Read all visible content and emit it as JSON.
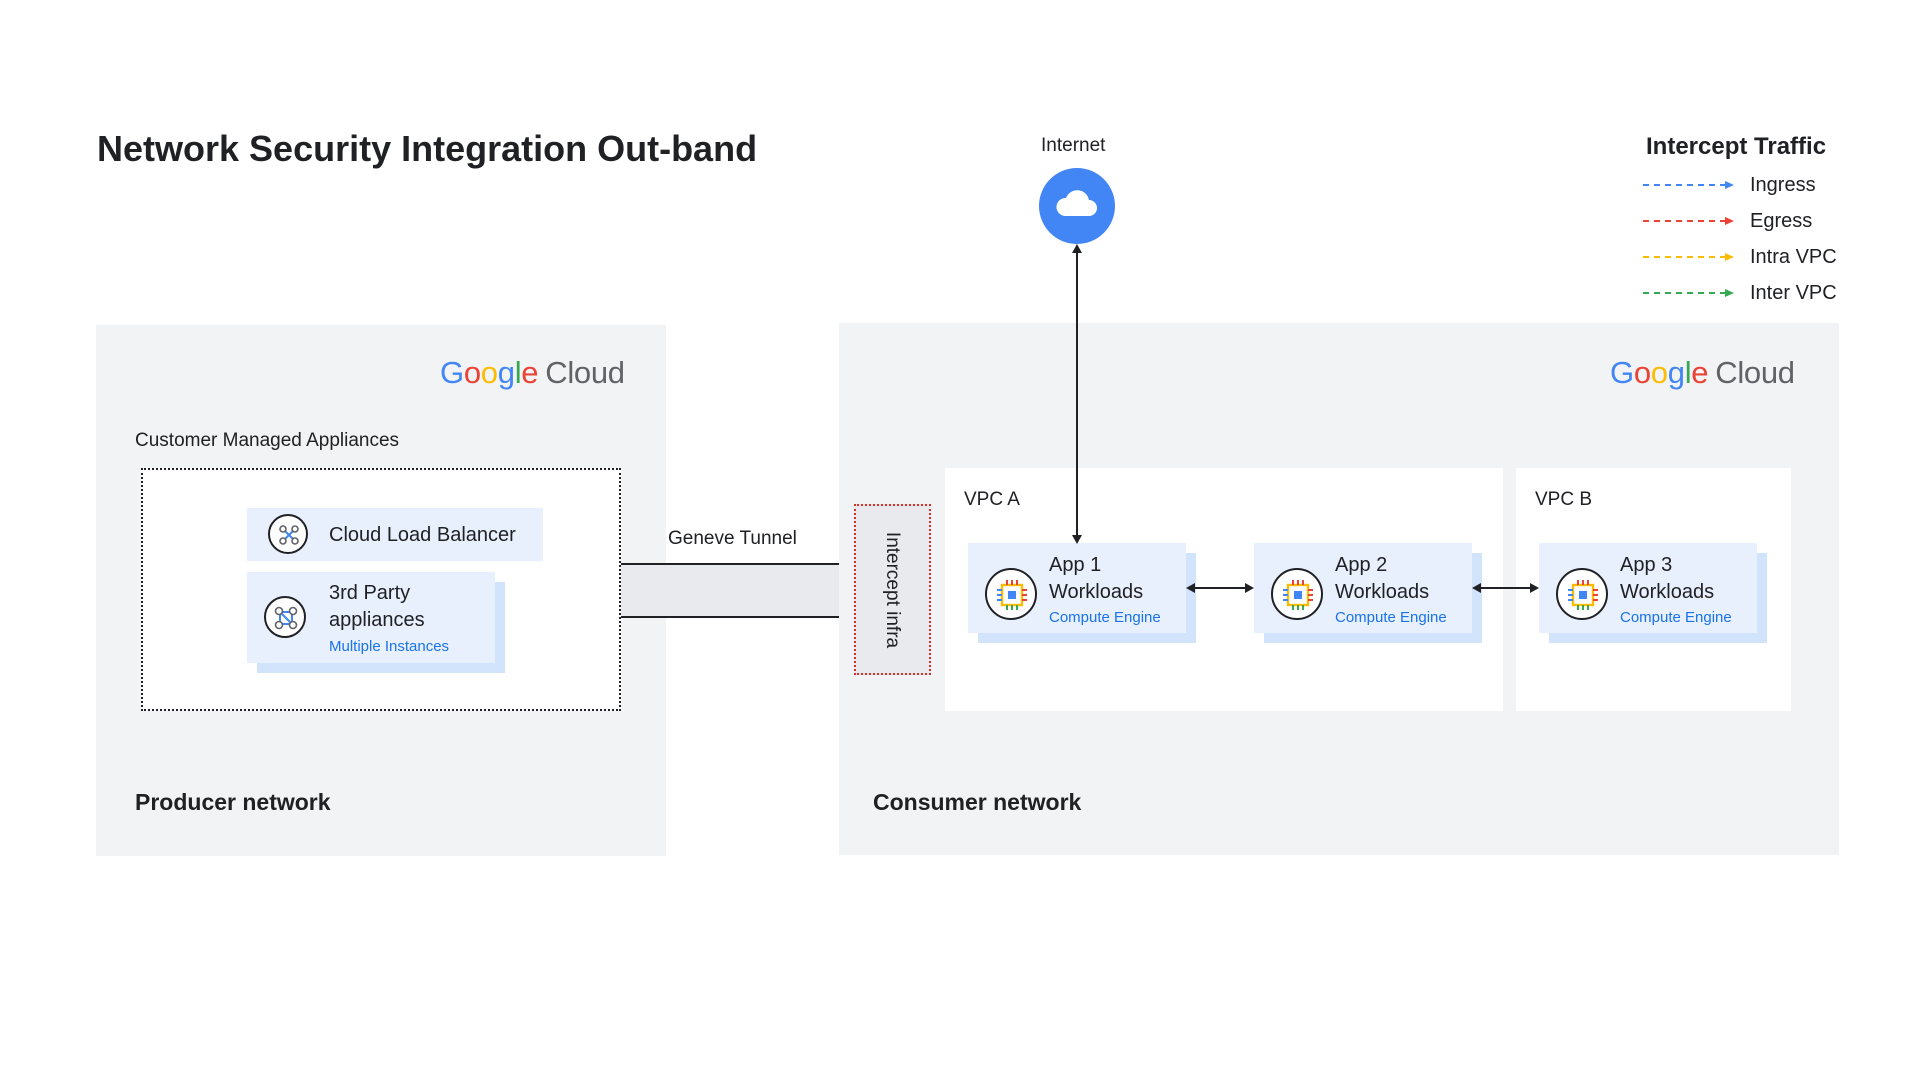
{
  "title": "Network Security Integration Out-band",
  "legend": {
    "title": "Intercept Traffic",
    "items": [
      {
        "label": "Ingress",
        "color": "#4285f4"
      },
      {
        "label": "Egress",
        "color": "#ea4335"
      },
      {
        "label": "Intra VPC",
        "color": "#fbbc04"
      },
      {
        "label": "Inter VPC",
        "color": "#34a853"
      }
    ]
  },
  "brand": {
    "google_letters": [
      "G",
      "o",
      "o",
      "g",
      "l",
      "e"
    ],
    "google_colors": [
      "#4285f4",
      "#ea4335",
      "#fbbc04",
      "#4285f4",
      "#34a853",
      "#ea4335"
    ],
    "cloud_word": "Cloud"
  },
  "producer": {
    "label": "Producer network",
    "appliances_label": "Customer Managed Appliances",
    "load_balancer": {
      "label": "Cloud Load Balancer",
      "icon": "load-balancer-icon"
    },
    "third_party": {
      "line1": "3rd Party",
      "line2": "appliances",
      "sub": "Multiple Instances",
      "icon": "network-nodes-icon"
    }
  },
  "tunnel": {
    "label": "Geneve Tunnel"
  },
  "intercept": {
    "label": "Intercept infra"
  },
  "internet": {
    "label": "Internet",
    "icon": "cloud-icon"
  },
  "consumer": {
    "label": "Consumer network",
    "vpc_a": {
      "label": "VPC A"
    },
    "vpc_b": {
      "label": "VPC B"
    },
    "apps": [
      {
        "title": "App 1",
        "sub1": "Workloads",
        "sub2": "Compute Engine",
        "icon": "compute-engine-icon"
      },
      {
        "title": "App 2",
        "sub1": "Workloads",
        "sub2": "Compute Engine",
        "icon": "compute-engine-icon"
      },
      {
        "title": "App 3",
        "sub1": "Workloads",
        "sub2": "Compute Engine",
        "icon": "compute-engine-icon"
      }
    ]
  }
}
